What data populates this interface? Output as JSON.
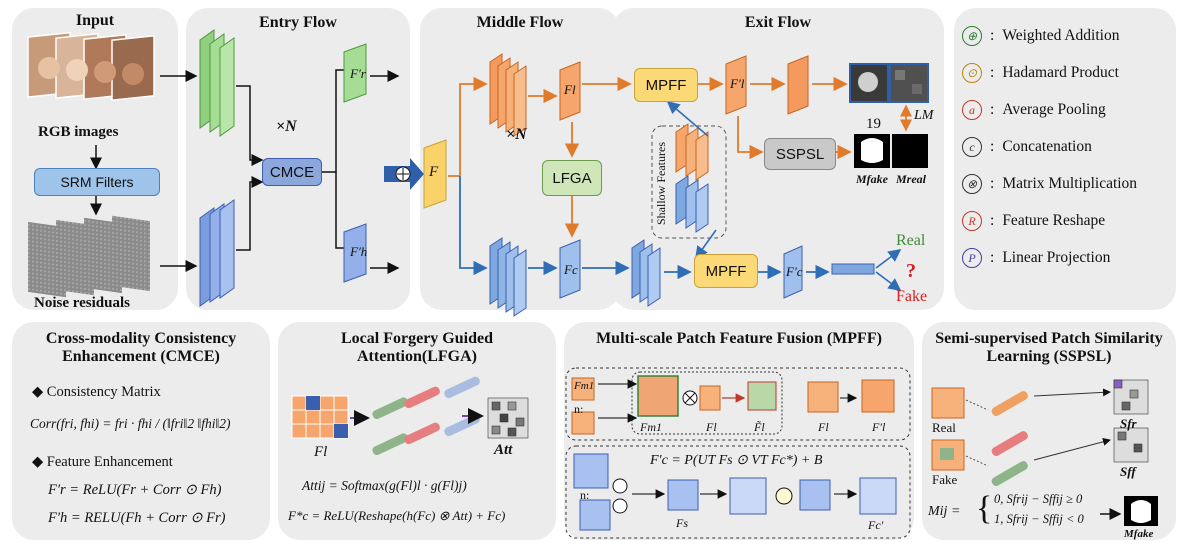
{
  "top": {
    "input_title": "Input",
    "entry_title": "Entry Flow",
    "middle_title": "Middle Flow",
    "exit_title": "Exit Flow",
    "rgb_label": "RGB images",
    "srm_label": "SRM Filters",
    "noise_label": "Noise residuals",
    "cmce_label": "CMCE",
    "times_n_1": "×N",
    "times_n_2": "×N",
    "fr_prime": "F′r",
    "fh_prime": "F′h",
    "f_label": "F",
    "fl_label": "Fl",
    "fc_label": "Fc",
    "lfga_label": "LFGA",
    "mpff_label_1": "MPFF",
    "mpff_label_2": "MPFF",
    "fl_prime": "F′l",
    "fc_prime": "F′c",
    "sspsl_label": "SSPSL",
    "shallow_label": "Shallow Features",
    "mask_fake": "Mfake",
    "mask_real": "Mreal",
    "loss_m": "LM",
    "number_19": "19",
    "real_out": "Real",
    "fake_out": "Fake",
    "question": "?"
  },
  "legend": [
    {
      "symbol": "⊕",
      "icon": "weighted-addition-icon",
      "label": "Weighted Addition",
      "color": "#2e7d32"
    },
    {
      "symbol": "⊙",
      "icon": "hadamard-product-icon",
      "label": "Hadamard Product",
      "color": "#b8860b"
    },
    {
      "symbol": "a",
      "icon": "average-pooling-icon",
      "label": "Average Pooling",
      "color": "#c0392b"
    },
    {
      "symbol": "c",
      "icon": "concatenation-icon",
      "label": "Concatenation",
      "color": "#333333"
    },
    {
      "symbol": "⊗",
      "icon": "matrix-multiplication-icon",
      "label": "Matrix Multiplication",
      "color": "#333333"
    },
    {
      "symbol": "R",
      "icon": "feature-reshape-icon",
      "label": "Feature Reshape",
      "color": "#c0392b"
    },
    {
      "symbol": "P",
      "icon": "linear-projection-icon",
      "label": "Linear Projection",
      "color": "#3f3f9f"
    }
  ],
  "cmce": {
    "title": "Cross-modality Consistency Enhancement (CMCE)",
    "bullet1": "Consistency Matrix",
    "corr_formula": "Corr(fri, fhi) = fri · fhi / (‖fri‖2 ‖fhi‖2)",
    "bullet2": "Feature Enhancement",
    "eq_fr": "F′r = ReLU(Fr + Corr ⊙ Fh)",
    "eq_fh": "F′h = RELU(Fh + Corr ⊙ Fr)"
  },
  "lfga": {
    "title": "Local Forgery Guided Attention(LFGA)",
    "fl_label": "Fl",
    "att_label": "Att",
    "eq_att": "Attij = Softmax(g(Fl)l · g(Fl)j)",
    "eq_fc": "F*c = ReLU(Reshape(h(Fc) ⊗ Att) + Fc)"
  },
  "mpff": {
    "title": "Multi-scale Patch Feature Fusion (MPFF)",
    "fm1": "Fm1",
    "n_label": "n:",
    "fm1_b": "Fm1",
    "fl_1": "Fl",
    "f_tilde_l": "F̃l",
    "fl_2": "Fl",
    "fl_prime": "F′l",
    "eq_fc": "F′c = P(UT Fs ⊙ VT Fc*) + B",
    "n_label_2": "n:",
    "fs_label": "Fs",
    "fc_prime": "Fc′"
  },
  "sspsl": {
    "title": "Semi-supervised Patch Similarity Learning (SSPSL)",
    "real": "Real",
    "fake": "Fake",
    "s_fr": "Sfr",
    "s_ff": "Sff",
    "m_ij": "Mij =",
    "case0": "0,   Sfrij − Sffij ≥ 0",
    "case1": "1,   Sfrij − Sffij < 0",
    "m_fake": "Mfake"
  }
}
